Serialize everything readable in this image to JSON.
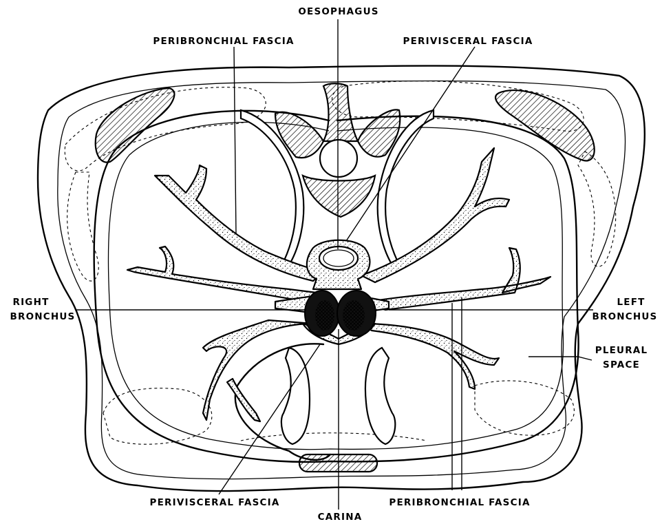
{
  "labels": {
    "oesophagus": "OESOPHAGUS",
    "peribronchial_fascia_top": "PERIBRONCHIAL  FASCIA",
    "perivisceral_fascia_top": "PERIVISCERAL  FASCIA",
    "right_bronchus_line1": "RIGHT",
    "right_bronchus_line2": "BRONCHUS",
    "left_bronchus_line1": "LEFT",
    "left_bronchus_line2": "BRONCHUS",
    "pleural_space_line1": "PLEURAL",
    "pleural_space_line2": "SPACE",
    "perivisceral_fascia_bottom": "PERIVISCERAL  FASCIA",
    "carina": "CARINA",
    "peribronchial_fascia_bottom": "PERIBRONCHIAL  FASCIA"
  }
}
